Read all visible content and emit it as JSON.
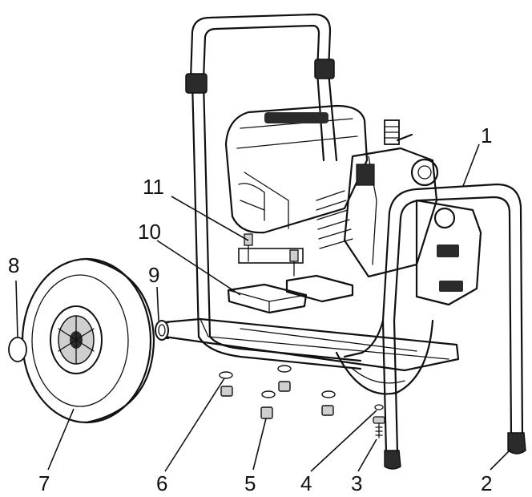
{
  "diagram": {
    "labels": {
      "n1": "1",
      "n2": "2",
      "n3": "3",
      "n4": "4",
      "n5": "5",
      "n6": "6",
      "n7": "7",
      "n8": "8",
      "n9": "9",
      "n10": "10",
      "n11": "11"
    },
    "colors": {
      "stroke": "#111111",
      "motor_fill": "#ffffff",
      "dark_fill": "#2b2b2b",
      "grey_fill": "#cfcfcf"
    }
  }
}
